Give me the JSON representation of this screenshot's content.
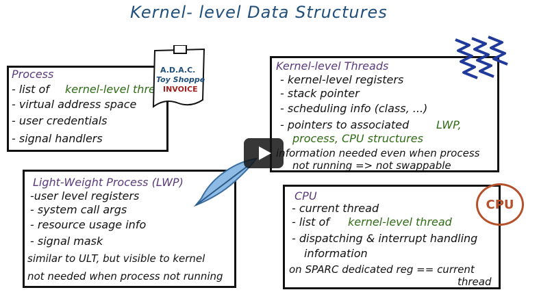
{
  "title": "Kernel- level Data Structures",
  "process": {
    "heading": "Process",
    "lines": [
      "- list of",
      "kernel-level threads",
      "- virtual address space",
      "- user credentials",
      "- signal handlers"
    ]
  },
  "invoice": {
    "line1": "A.D.A.C.",
    "line2": "Toy Shoppe",
    "line3": "INVOICE"
  },
  "klt": {
    "heading": "Kernel-level Threads",
    "lines": [
      "- kernel-level registers",
      "- stack pointer",
      "- scheduling info (class, ...)",
      "- pointers to associated",
      "LWP,",
      "process, CPU structures",
      "information needed even when process",
      "not running  => not swappable"
    ]
  },
  "lwp": {
    "heading": "Light-Weight Process (LWP)",
    "lines": [
      "-user level registers",
      "- system call args",
      "- resource usage info",
      "- signal mask",
      "similar to ULT, but visible to kernel",
      "not needed when process not running"
    ]
  },
  "cpu": {
    "heading": "CPU",
    "lines": [
      "- current thread",
      "- list of",
      "kernel-level thread",
      "- dispatching & interrupt handling",
      "information",
      "on SPARC dedicated reg == current",
      "thread"
    ],
    "badge": "CPU"
  },
  "colors": {
    "title": "#1f4f7a",
    "green": "#2e6b14",
    "purple": "#5a3a7a",
    "cpu_badge": "#b5502a",
    "thread_squiggle": "#1f3a9a",
    "feather": "#6fa4d6"
  }
}
